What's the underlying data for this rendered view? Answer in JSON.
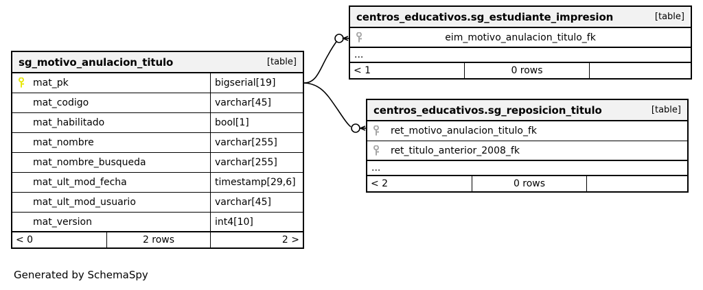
{
  "diagram": {
    "caption": "Generated by SchemaSpy",
    "table_tag": "[table]",
    "ellipsis": "...",
    "pk_icon": "key-icon-primary",
    "fk_icon": "key-icon-foreign",
    "colors": {
      "pk_key": "#e8e80d",
      "fk_key": "#a6a6a6",
      "header_bg": "#f2f2f2",
      "border": "#000000",
      "background": "#ffffff"
    }
  },
  "tables": {
    "main": {
      "name": "sg_motivo_anulacion_titulo",
      "tag": "[table]",
      "columns": [
        {
          "key": "pk",
          "name": "mat_pk",
          "type": "bigserial[19]"
        },
        {
          "key": "none",
          "name": "mat_codigo",
          "type": "varchar[45]"
        },
        {
          "key": "none",
          "name": "mat_habilitado",
          "type": "bool[1]"
        },
        {
          "key": "none",
          "name": "mat_nombre",
          "type": "varchar[255]"
        },
        {
          "key": "none",
          "name": "mat_nombre_busqueda",
          "type": "varchar[255]"
        },
        {
          "key": "none",
          "name": "mat_ult_mod_fecha",
          "type": "timestamp[29,6]"
        },
        {
          "key": "none",
          "name": "mat_ult_mod_usuario",
          "type": "varchar[45]"
        },
        {
          "key": "none",
          "name": "mat_version",
          "type": "int4[10]"
        }
      ],
      "footer": {
        "left": "< 0",
        "middle": "2 rows",
        "right": "2 >"
      }
    },
    "estudiante_impresion": {
      "name": "centros_educativos.sg_estudiante_impresion",
      "tag": "[table]",
      "columns": [
        {
          "key": "fk",
          "name": "eim_motivo_anulacion_titulo_fk",
          "type": ""
        }
      ],
      "ellipsis": "...",
      "footer": {
        "left": "< 1",
        "middle": "0 rows",
        "right": ""
      }
    },
    "reposicion_titulo": {
      "name": "centros_educativos.sg_reposicion_titulo",
      "tag": "[table]",
      "columns": [
        {
          "key": "fk",
          "name": "ret_motivo_anulacion_titulo_fk",
          "type": ""
        },
        {
          "key": "fk",
          "name": "ret_titulo_anterior_2008_fk",
          "type": ""
        }
      ],
      "ellipsis": "...",
      "footer": {
        "left": "< 2",
        "middle": "0 rows",
        "right": ""
      }
    }
  },
  "relationships": [
    {
      "name": "rel-main-to-estudiante-impresion",
      "from": "sg_motivo_anulacion_titulo.mat_pk",
      "to": "centros_educativos.sg_estudiante_impresion.eim_motivo_anulacion_titulo_fk",
      "cardinality": "zero-or-many"
    },
    {
      "name": "rel-main-to-reposicion-titulo",
      "from": "sg_motivo_anulacion_titulo.mat_pk",
      "to": "centros_educativos.sg_reposicion_titulo.ret_motivo_anulacion_titulo_fk",
      "cardinality": "zero-or-many"
    }
  ]
}
